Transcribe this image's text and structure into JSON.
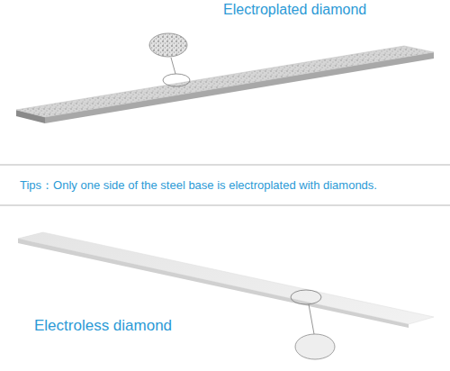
{
  "diagram": {
    "labels": [
      "Electroplated diamond",
      "Tips：Only one side of the steel base is electroplated with diamonds.",
      "Electroless diamond"
    ]
  }
}
